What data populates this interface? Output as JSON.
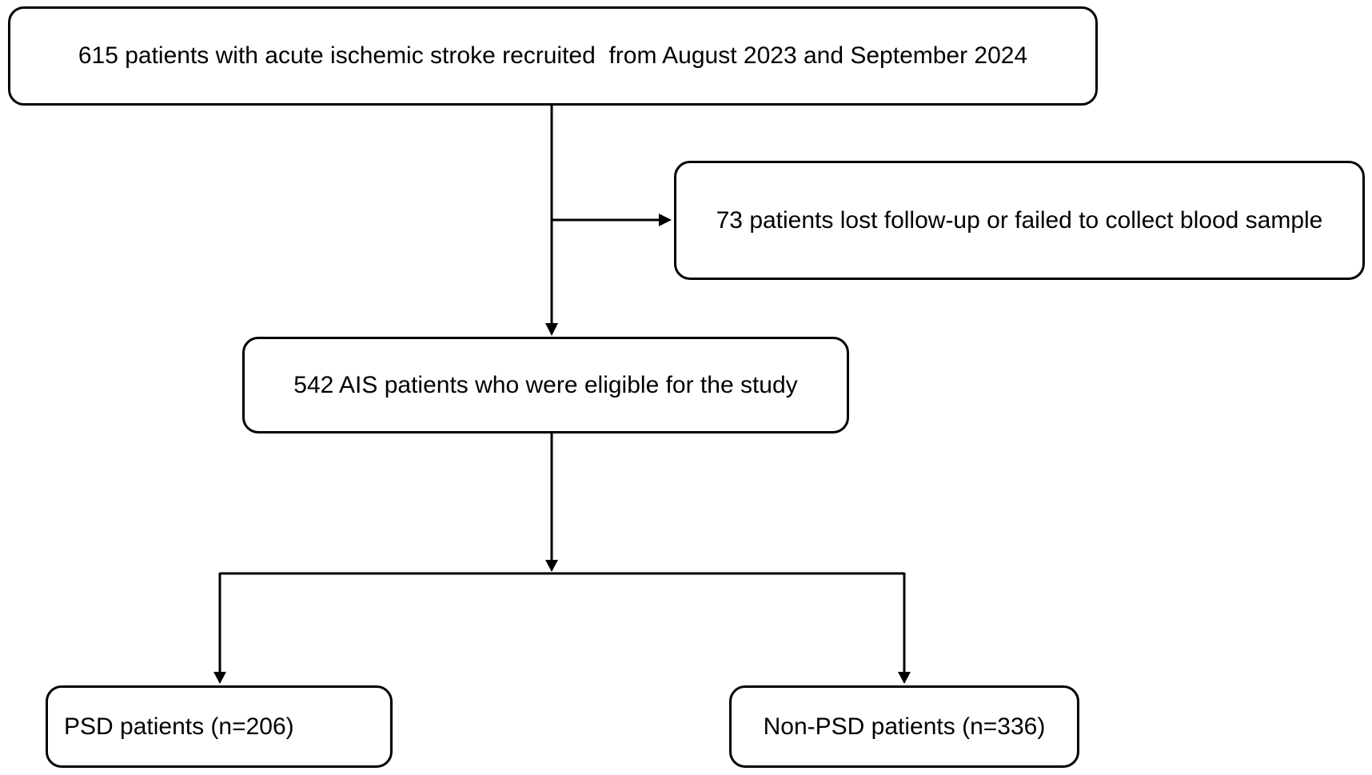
{
  "diagram": {
    "type": "flowchart",
    "background_color": "#ffffff",
    "line_color": "#000000",
    "nodes": {
      "recruited": {
        "text": "615 patients with acute ischemic stroke recruited  from August 2023 and September 2024"
      },
      "excluded": {
        "text": "73 patients lost follow-up or failed to collect blood sample"
      },
      "eligible": {
        "text": "542 AIS patients who were eligible for the study"
      },
      "psd": {
        "text": "PSD patients (n=206)"
      },
      "non_psd": {
        "text": "Non-PSD patients (n=336)"
      }
    },
    "edges": [
      {
        "from": "recruited",
        "to": "excluded",
        "style": "arrow"
      },
      {
        "from": "recruited",
        "to": "eligible",
        "style": "arrow"
      },
      {
        "from": "eligible",
        "to": "psd",
        "style": "arrow"
      },
      {
        "from": "eligible",
        "to": "non_psd",
        "style": "arrow"
      }
    ]
  }
}
